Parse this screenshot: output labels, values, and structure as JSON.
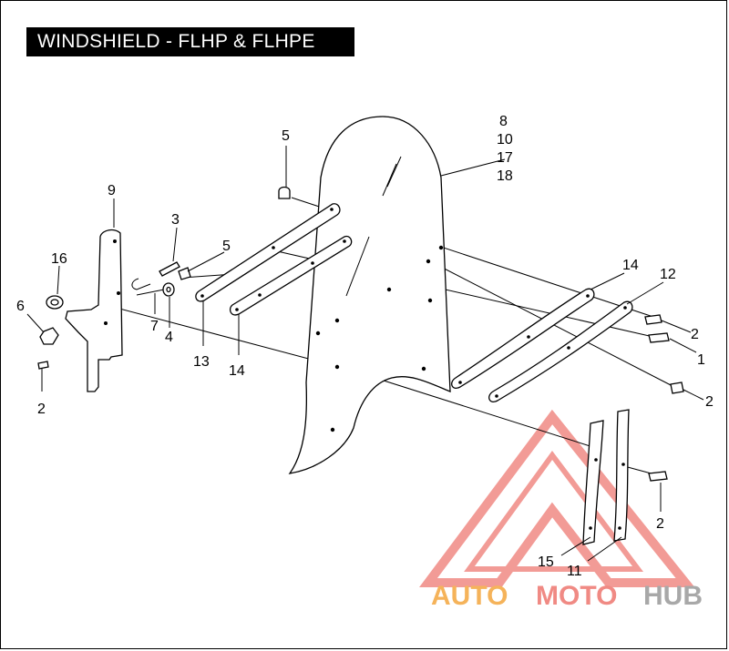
{
  "title": "WINDSHIELD - FLHP & FLHPE",
  "callouts": {
    "c8": "8",
    "c10": "10",
    "c17": "17",
    "c18": "18",
    "c5a": "5",
    "c5b": "5",
    "c9": "9",
    "c3": "3",
    "c16": "16",
    "c6": "6",
    "c7": "7",
    "c4": "4",
    "c2a": "2",
    "c13": "13",
    "c14a": "14",
    "c14b": "14",
    "c12": "12",
    "c2b": "2",
    "c1": "1",
    "c2c": "2",
    "c2d": "2",
    "c15": "15",
    "c11": "11"
  },
  "watermark": {
    "part1": "AUTO",
    "part2": "MOTO",
    "part3": "HUB",
    "color_auto": "#f5b35a",
    "color_moto": "#f08a84",
    "color_hub": "#a8a8a8"
  }
}
